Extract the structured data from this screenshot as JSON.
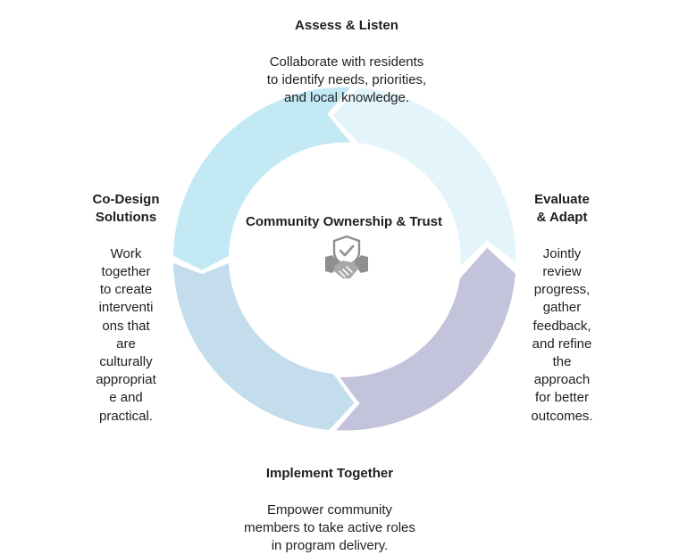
{
  "diagram": {
    "center_title": "Community Ownership & Trust",
    "center_icon": "handshake-shield-icon",
    "segments": [
      {
        "id": "top",
        "title": "Assess & Listen",
        "body": "Collaborate with residents\nto identify needs, priorities,\nand local knowledge.",
        "color": "#e3f5fb"
      },
      {
        "id": "right",
        "title": "Evaluate\n& Adapt",
        "body": "Jointly\nreview\nprogress,\ngather\nfeedback,\nand refine\nthe\napproach\nfor better\noutcomes.",
        "color": "#c3c3dc"
      },
      {
        "id": "bottom",
        "title": "Implement Together",
        "body": "Empower community\nmembers to take active roles\nin program delivery.",
        "color": "#c3ddec"
      },
      {
        "id": "left",
        "title": "Co-Design\nSolutions",
        "body": "Work\ntogether\nto create\ninterventi\nons that\nare\nculturally\nappropriat\ne and\npractical.",
        "color": "#c3e9f5"
      }
    ]
  }
}
